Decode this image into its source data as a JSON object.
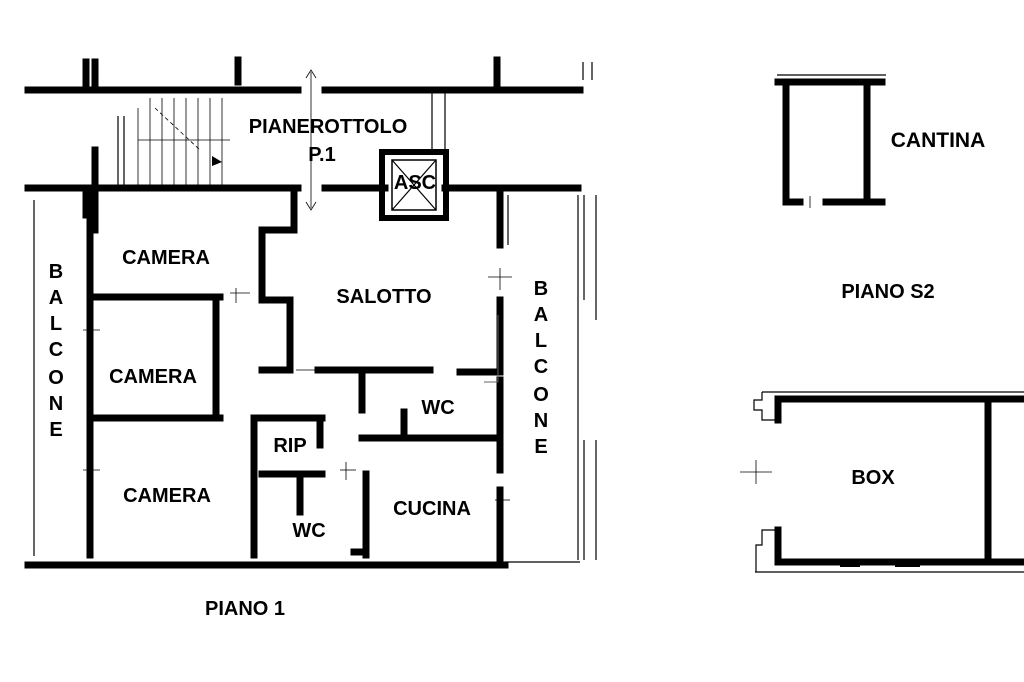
{
  "floor_1": {
    "level_label": "PIANO 1",
    "rooms": {
      "landing": "PIANEROTTOLO",
      "landing_floor": "P.1",
      "elevator": "ASC",
      "bedroom_top": "CAMERA",
      "bedroom_middle": "CAMERA",
      "bedroom_bottom": "CAMERA",
      "living_room": "SALOTTO",
      "storage": "RIP",
      "bathroom_right": "WC",
      "bathroom_left": "WC",
      "kitchen": "CUCINA"
    },
    "balcony_left": [
      "B",
      "A",
      "L",
      "C",
      "O",
      "N",
      "E"
    ],
    "balcony_right": [
      "B",
      "A",
      "L",
      "C",
      "O",
      "N",
      "E"
    ]
  },
  "floor_s2": {
    "level_label": "PIANO S2",
    "rooms": {
      "cellar": "CANTINA",
      "garage": "BOX"
    }
  }
}
